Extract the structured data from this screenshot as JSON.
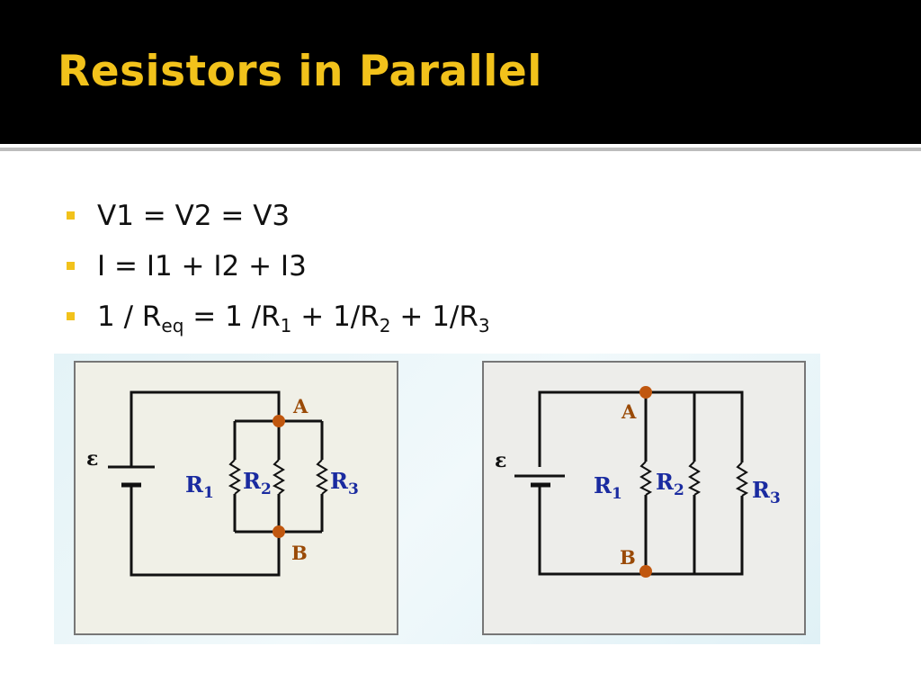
{
  "slide": {
    "title": "Resistors in Parallel",
    "bullets": [
      {
        "text": "V1 = V2 = V3"
      },
      {
        "text": "I = I1 + I2 + I3"
      },
      {
        "parts": [
          "1 / R",
          "eq",
          " = 1 /R",
          "1",
          " + 1/R",
          "2",
          " + 1/R",
          "3"
        ]
      }
    ]
  },
  "colors": {
    "title": "#f2c21b",
    "bullet": "#f2c21b",
    "resistor_label": "#1a2ba0",
    "node_label": "#9a4a06",
    "node_dot": "#c0570f",
    "wire": "#111111"
  },
  "circuit_left": {
    "emf": "ε",
    "node_a": "A",
    "node_b": "B",
    "r1": "R",
    "r1_sub": "1",
    "r2": "R",
    "r2_sub": "2",
    "r3": "R",
    "r3_sub": "3"
  },
  "circuit_right": {
    "emf": "ε",
    "node_a": "A",
    "node_b": "B",
    "r1": "R",
    "r1_sub": "1",
    "r2": "R",
    "r2_sub": "2",
    "r3": "R",
    "r3_sub": "3"
  }
}
